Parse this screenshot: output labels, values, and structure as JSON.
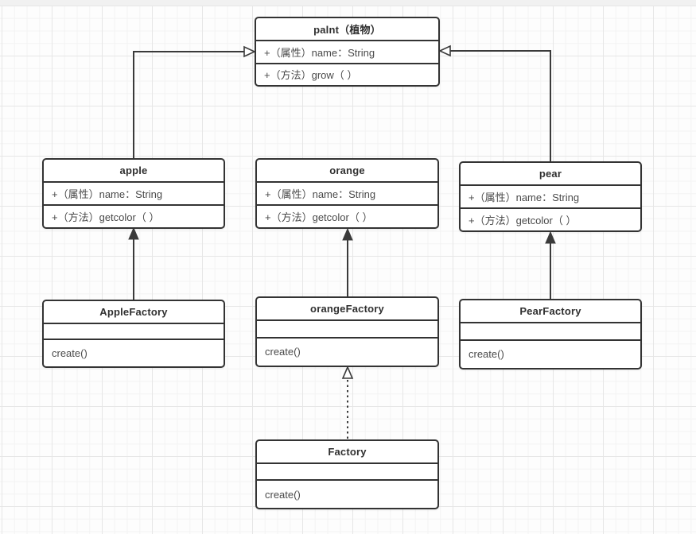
{
  "diagram": {
    "type": "uml-class-diagram",
    "colors": {
      "line": "#3a3a3a",
      "box_border": "#333333",
      "box_fill": "#ffffff",
      "title_text": "#303030",
      "row_text": "#4a4a4a",
      "canvas_bg": "#fdfdfd",
      "grid_minor": "#f3f3f3",
      "grid_major": "#e6e6e6"
    },
    "classes": [
      {
        "title": "palnt（植物）",
        "attr": "+（属性）name：String",
        "method": "+（方法）grow（ ）"
      },
      {
        "title": "apple",
        "attr": "+（属性）name：String",
        "method": "+（方法）getcolor（ ）"
      },
      {
        "title": "orange",
        "attr": "+（属性）name：String",
        "method": "+（方法）getcolor（ ）"
      },
      {
        "title": "pear",
        "attr": "+（属性）name：String",
        "method": "+（方法）getcolor（ ）"
      },
      {
        "title": "AppleFactory",
        "attr": "",
        "method": "create()"
      },
      {
        "title": "orangeFactory",
        "attr": "",
        "method": "create()"
      },
      {
        "title": "PearFactory",
        "attr": "",
        "method": "create()"
      },
      {
        "title": "Factory",
        "attr": "",
        "method": "create()"
      }
    ],
    "relations": [
      {
        "from": "apple",
        "to": "palnt（植物）",
        "kind": "generalization-solid-hollow-arrow"
      },
      {
        "from": "pear",
        "to": "palnt（植物）",
        "kind": "generalization-solid-hollow-arrow"
      },
      {
        "from": "AppleFactory",
        "to": "apple",
        "kind": "solid-filled-arrow"
      },
      {
        "from": "orangeFactory",
        "to": "orange",
        "kind": "solid-filled-arrow"
      },
      {
        "from": "PearFactory",
        "to": "pear",
        "kind": "solid-filled-arrow"
      },
      {
        "from": "Factory",
        "to": "orangeFactory",
        "kind": "dashed-hollow-arrow"
      }
    ]
  }
}
